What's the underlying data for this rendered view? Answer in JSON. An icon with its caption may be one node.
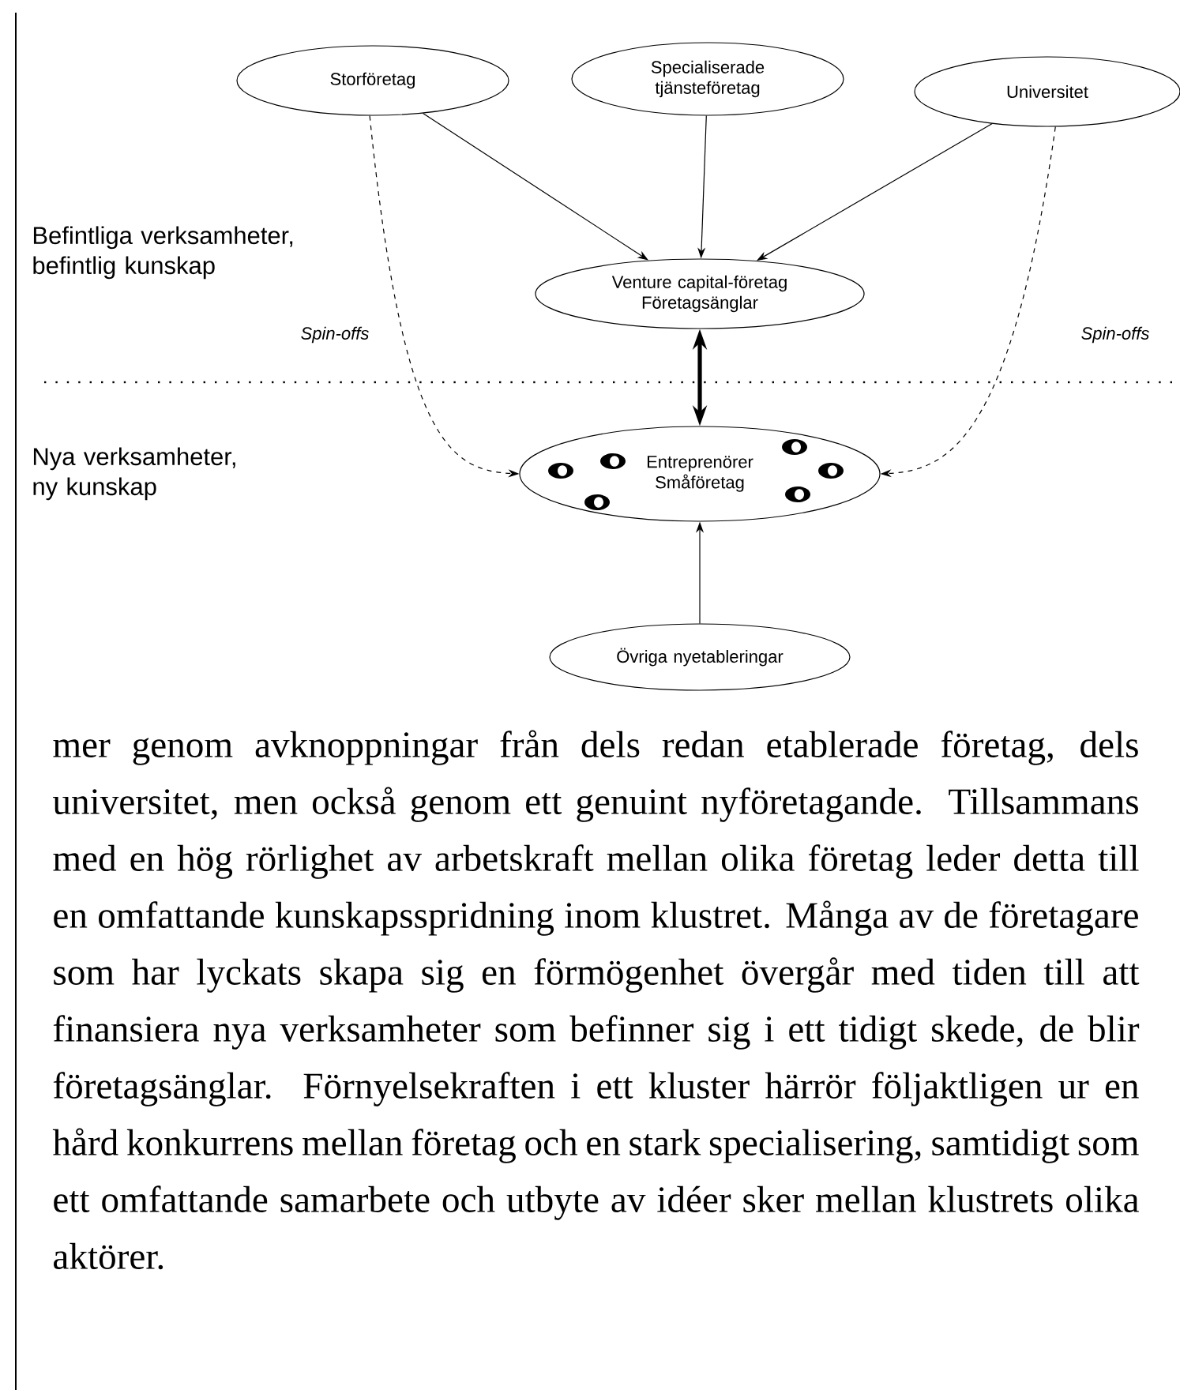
{
  "diagram": {
    "nodes": [
      {
        "text": [
          "Storföretag"
        ]
      },
      {
        "text": [
          "Specialiserade tjänsteföretag"
        ]
      },
      {
        "text": [
          "Universitet"
        ]
      },
      {
        "text": [
          "Venture capital-företag",
          "Företagsänglar"
        ]
      },
      {
        "text": [
          "Entreprenörer",
          "Småföretag"
        ]
      },
      {
        "text": [
          "Övriga nyetableringar"
        ]
      }
    ],
    "edges": [
      {
        "from": 0,
        "to": 3,
        "arrow": "to"
      },
      {
        "from": 1,
        "to": 3,
        "arrow": "to"
      },
      {
        "from": 2,
        "to": 3,
        "arrow": "to"
      },
      {
        "from": 3,
        "to": 4,
        "arrow": "both",
        "style": "thick"
      },
      {
        "from": 5,
        "to": 4,
        "arrow": "to"
      },
      {
        "from": 0,
        "to": 4,
        "arrow": "to",
        "style": "dashed",
        "label": "*Spin-offs*"
      },
      {
        "from": 2,
        "to": 4,
        "arrow": "to",
        "style": "dashed",
        "label": "*Spin-offs*"
      }
    ],
    "labels": [
      "Befintliga verksamheter, befintlig kunskap",
      "Nya verksamheter, ny kunskap",
      "mer genom avknoppningar från dels redan etablerade företag, dels universitet, men också genom ett genuint nyföretagande. Tillsammans med en hög rörlighet av arbetskraft mellan olika företag leder detta till en omfattande kunskapsspridning inom klustret. Många av de företagare som har lyckats skapa sig en förmögenhet övergår med tiden till att finansiera nya verksamheter som befinner sig i ett tidigt skede, de blir företagsänglar. Förnyelsekraften i ett kluster härrör följaktligen ur en hård konkurrens mellan företag och en stark specialisering, samtidigt som ett omfattande samarbete och utbyte av idéer sker mellan klustrets olika aktörer."
    ]
  }
}
